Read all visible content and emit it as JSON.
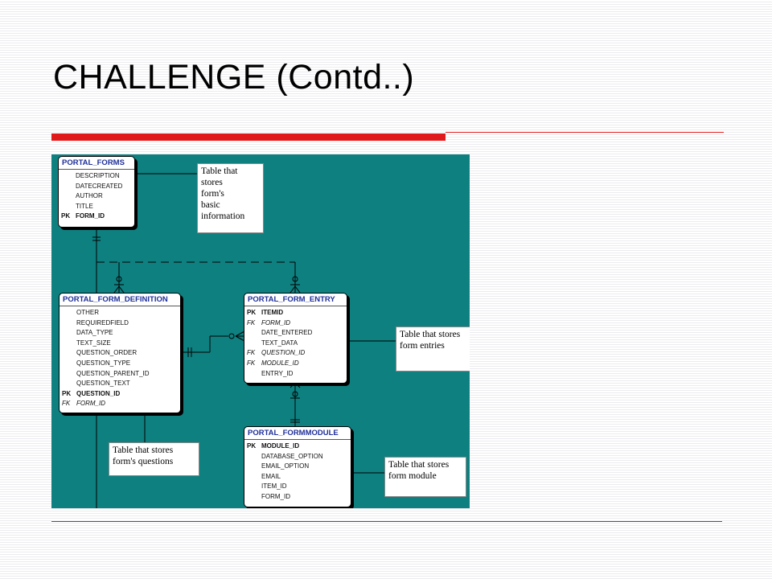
{
  "slide": {
    "title": "CHALLENGE (Contd..)",
    "accent_color": "#e01a1a",
    "diagram_background": "#0e8080"
  },
  "entities": {
    "forms": {
      "name": "PORTAL_FORMS",
      "fields": [
        {
          "key": "",
          "name": "DESCRIPTION"
        },
        {
          "key": "",
          "name": "DATECREATED"
        },
        {
          "key": "",
          "name": "AUTHOR"
        },
        {
          "key": "",
          "name": "TITLE"
        },
        {
          "key": "PK",
          "name": "FORM_ID"
        }
      ]
    },
    "definition": {
      "name": "PORTAL_FORM_DEFINITION",
      "fields": [
        {
          "key": "",
          "name": "OTHER"
        },
        {
          "key": "",
          "name": "REQUIREDFIELD"
        },
        {
          "key": "",
          "name": "DATA_TYPE"
        },
        {
          "key": "",
          "name": "TEXT_SIZE"
        },
        {
          "key": "",
          "name": "QUESTION_ORDER"
        },
        {
          "key": "",
          "name": "QUESTION_TYPE"
        },
        {
          "key": "",
          "name": "QUESTION_PARENT_ID"
        },
        {
          "key": "",
          "name": "QUESTION_TEXT"
        },
        {
          "key": "PK",
          "name": "QUESTION_ID"
        },
        {
          "key": "FK",
          "name": "FORM_ID"
        }
      ]
    },
    "entry": {
      "name": "PORTAL_FORM_ENTRY",
      "fields": [
        {
          "key": "PK",
          "name": "ITEMID"
        },
        {
          "key": "FK",
          "name": "FORM_ID"
        },
        {
          "key": "",
          "name": "DATE_ENTERED"
        },
        {
          "key": "",
          "name": "TEXT_DATA"
        },
        {
          "key": "FK",
          "name": "QUESTION_ID"
        },
        {
          "key": "FK",
          "name": "MODULE_ID"
        },
        {
          "key": "",
          "name": "ENTRY_ID"
        }
      ]
    },
    "module": {
      "name": "PORTAL_FORMMODULE",
      "fields": [
        {
          "key": "PK",
          "name": "MODULE_ID"
        },
        {
          "key": "",
          "name": "DATABASE_OPTION"
        },
        {
          "key": "",
          "name": "EMAIL_OPTION"
        },
        {
          "key": "",
          "name": "EMAIL"
        },
        {
          "key": "",
          "name": "ITEM_ID"
        },
        {
          "key": "",
          "name": "FORM_ID"
        }
      ]
    }
  },
  "notes": {
    "forms": [
      "Table that",
      "stores",
      "form's",
      "basic",
      "information"
    ],
    "entry": [
      "Table that stores",
      "form entries"
    ],
    "definition": [
      "Table that stores",
      "form's questions"
    ],
    "module": [
      "Table that stores",
      "form module"
    ]
  }
}
